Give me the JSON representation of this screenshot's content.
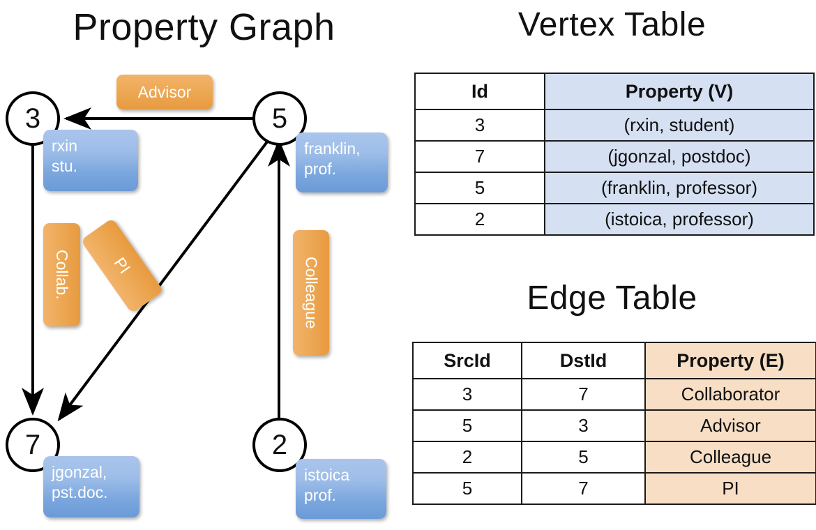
{
  "titles": {
    "property_graph": "Property Graph",
    "vertex_table": "Vertex Table",
    "edge_table": "Edge Table"
  },
  "graph": {
    "vertices": [
      {
        "id": "3",
        "property_label": "rxin\nstu."
      },
      {
        "id": "5",
        "property_label": "franklin,\nprof."
      },
      {
        "id": "7",
        "property_label": "jgonzal,\npst.doc."
      },
      {
        "id": "2",
        "property_label": "istoica\nprof."
      }
    ],
    "vertex_labels": {
      "v3": "3",
      "v5": "5",
      "v7": "7",
      "v2": "2"
    },
    "property_boxes": {
      "rxin_line1": "rxin",
      "rxin_line2": "stu.",
      "franklin_line1": "franklin,",
      "franklin_line2": "prof.",
      "jgonzal_line1": "jgonzal,",
      "jgonzal_line2": "pst.doc.",
      "istoica_line1": "istoica",
      "istoica_line2": "prof."
    },
    "edge_labels": {
      "advisor": "Advisor",
      "collab": "Collab.",
      "pi": "PI",
      "colleague": "Colleague"
    },
    "colors": {
      "vertex_property_fill": "#7ba7de",
      "edge_label_fill": "#eda956",
      "edge_stroke": "#000000"
    }
  },
  "vertex_table": {
    "headers": [
      "Id",
      "Property (V)"
    ],
    "rows": [
      {
        "id": "3",
        "property": "(rxin, student)"
      },
      {
        "id": "7",
        "property": "(jgonzal, postdoc)"
      },
      {
        "id": "5",
        "property": "(franklin, professor)"
      },
      {
        "id": "2",
        "property": "(istoica, professor)"
      }
    ],
    "property_column_color": "#d5e0f2"
  },
  "edge_table": {
    "headers": [
      "SrcId",
      "DstId",
      "Property (E)"
    ],
    "rows": [
      {
        "src": "3",
        "dst": "7",
        "property": "Collaborator"
      },
      {
        "src": "5",
        "dst": "3",
        "property": "Advisor"
      },
      {
        "src": "2",
        "dst": "5",
        "property": "Colleague"
      },
      {
        "src": "5",
        "dst": "7",
        "property": "PI"
      }
    ],
    "property_column_color": "#f7dec4"
  }
}
